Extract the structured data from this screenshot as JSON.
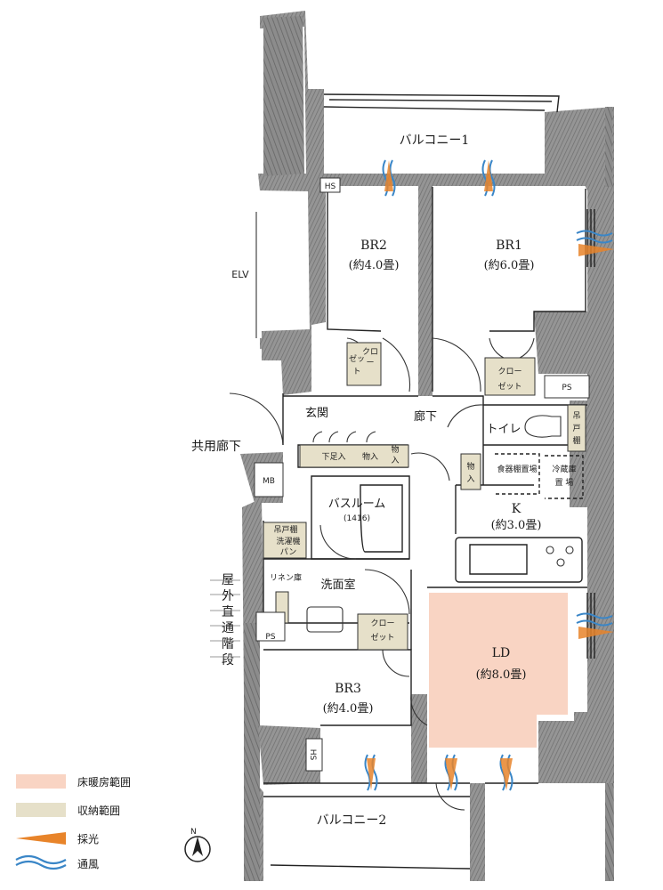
{
  "rooms": {
    "balcony1": "バルコニー1",
    "balcony2": "バルコニー2",
    "br1_name": "BR1",
    "br1_size": "(約6.0畳)",
    "br2_name": "BR2",
    "br2_size": "(約4.0畳)",
    "br3_name": "BR3",
    "br3_size": "(約4.0畳)",
    "ld_name": "LD",
    "ld_size": "(約8.0畳)",
    "k_name": "K",
    "k_size": "(約3.0畳)",
    "entrance": "玄関",
    "hallway": "廊下",
    "toilet": "トイレ",
    "bathroom": "バスルーム",
    "bathroom_size": "(1416)",
    "washroom": "洗面室"
  },
  "storage": {
    "closet_br2_a": "クロ",
    "closet_br2_b": "ー",
    "closet_br2_c": "ゼッ",
    "closet_br2_d": "ト",
    "closet_br1_1": "クロー",
    "closet_br1_2": "ゼット",
    "closet_br3_1": "クロー",
    "closet_br3_2": "ゼット",
    "shoe": "下足入",
    "storage1": "物入",
    "storage2_1": "物",
    "storage2_2": "入",
    "storage3_1": "物",
    "storage3_2": "入",
    "hanging_toilet_1": "吊",
    "hanging_toilet_2": "戸",
    "hanging_toilet_3": "棚",
    "hanging_wash": "吊戸棚",
    "washer_1": "洗濯機",
    "washer_2": "パン",
    "linen": "リネン庫",
    "dish_rack": "食器棚置場",
    "fridge_1": "冷蔵庫",
    "fridge_2": "置 場"
  },
  "labels": {
    "hs_top": "HS",
    "hs_bottom": "HS",
    "ps_top": "PS",
    "ps_bottom": "PS",
    "mb": "MB",
    "elv": "ELV",
    "corridor": "共用廊下",
    "stairs": [
      "屋",
      "外",
      "直",
      "通",
      "階",
      "段"
    ]
  },
  "legend": {
    "floor_heating": "床暖房範囲",
    "storage_area": "収納範囲",
    "daylight": "採光",
    "ventilation": "通風"
  },
  "compass": {
    "north": "N"
  },
  "colors": {
    "floor_heating": "#f9d4c3",
    "storage": "#e6e0c9",
    "daylight": "#e8842a",
    "ventilation": "#3a86c7",
    "wall": "#8f8f8f",
    "wall_dark": "#6b6b6b"
  }
}
